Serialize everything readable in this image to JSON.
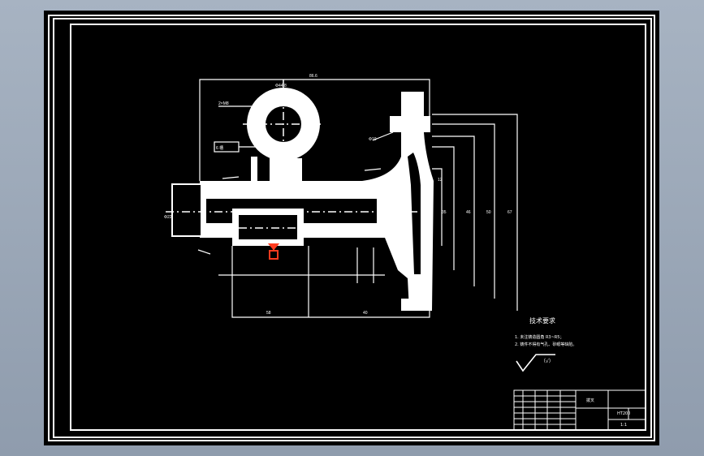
{
  "colors": {
    "background": "#000000",
    "line": "#ffffff",
    "highlight": "#ff3b1f",
    "viewport_outer": "#9aa6b6"
  },
  "drawing": {
    "part_label": "技术要求",
    "notes_line1": "1. 未注铸造圆角 R3~R5；",
    "notes_line2": "2. 铸件不得有气孔、砂眼等缺陷。",
    "roughness_value": "（√）",
    "title_block": {
      "name_cell": "拨叉",
      "material_cell": "HT200",
      "scale_cell": "1:1"
    },
    "dims": {
      "top_overall": "86.6",
      "ring_dia": "Φ44.8",
      "ring_label_left": "2×M8",
      "box_label": "6 槽",
      "right_small": "Φ10",
      "side_a": "12",
      "side_b": "35",
      "side_c": "46",
      "side_d": "50",
      "side_e": "67",
      "bottom_left": "58",
      "bottom_right": "40",
      "left_vert": "Φ22"
    }
  }
}
